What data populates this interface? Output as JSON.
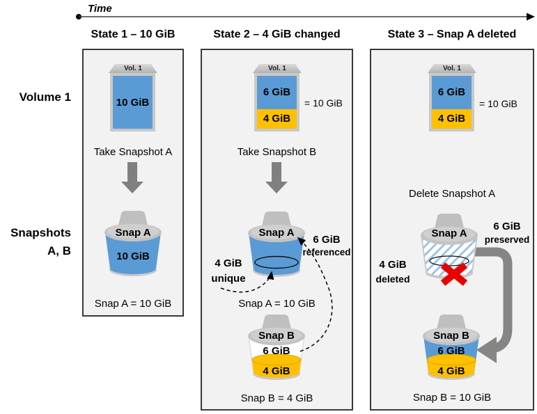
{
  "timeline": {
    "label": "Time"
  },
  "row_labels": {
    "volume": "Volume 1",
    "snapshots": "Snapshots",
    "snapshots_sub": "A, B"
  },
  "colors": {
    "volume_blue": "#5B9BD5",
    "changed_gold": "#FFC000",
    "gold_edge": "#D9A400",
    "snapshot_gray": "#BFBFBF",
    "arrow_gray": "#808080",
    "pipe_gray": "#858585",
    "delete_red": "#E80000",
    "hatch_blue": "#9DC3E6",
    "panel_bg": "#F2F2F2"
  },
  "state1": {
    "header": "State 1 – 10 GiB",
    "volume_tab": "Vol. 1",
    "volume_label": "10 GiB",
    "action": "Take Snapshot A",
    "snap_a": {
      "name": "Snap A",
      "content": "10 GiB",
      "caption": "Snap A = 10 GiB"
    }
  },
  "state2": {
    "header": "State 2 – 4 GiB changed",
    "volume_tab": "Vol. 1",
    "volume_top": "6 GiB",
    "volume_bottom": "4 GiB",
    "volume_total": "= 10 GiB",
    "action": "Take Snapshot B",
    "snap_a": {
      "name": "Snap A",
      "caption": "Snap A = 10 GiB"
    },
    "annotation_left": {
      "value": "4 GiB",
      "word": "unique"
    },
    "annotation_right": {
      "value": "6 GiB",
      "word": "referenced"
    },
    "snap_b": {
      "name": "Snap B",
      "top": "6 GiB",
      "bottom": "4 GiB",
      "caption": "Snap B = 4 GiB"
    }
  },
  "state3": {
    "header": "State 3 – Snap A deleted",
    "volume_tab": "Vol. 1",
    "volume_top": "6 GiB",
    "volume_bottom": "4 GiB",
    "volume_total": "= 10 GiB",
    "action": "Delete Snapshot A",
    "snap_a": {
      "name": "Snap A"
    },
    "annotation_left": {
      "value": "4 GiB",
      "word": "deleted"
    },
    "annotation_right": {
      "value": "6 GiB",
      "word": "preserved"
    },
    "snap_b": {
      "name": "Snap B",
      "top": "6 GiB",
      "bottom": "4 GiB",
      "caption": "Snap B = 10 GiB"
    }
  }
}
